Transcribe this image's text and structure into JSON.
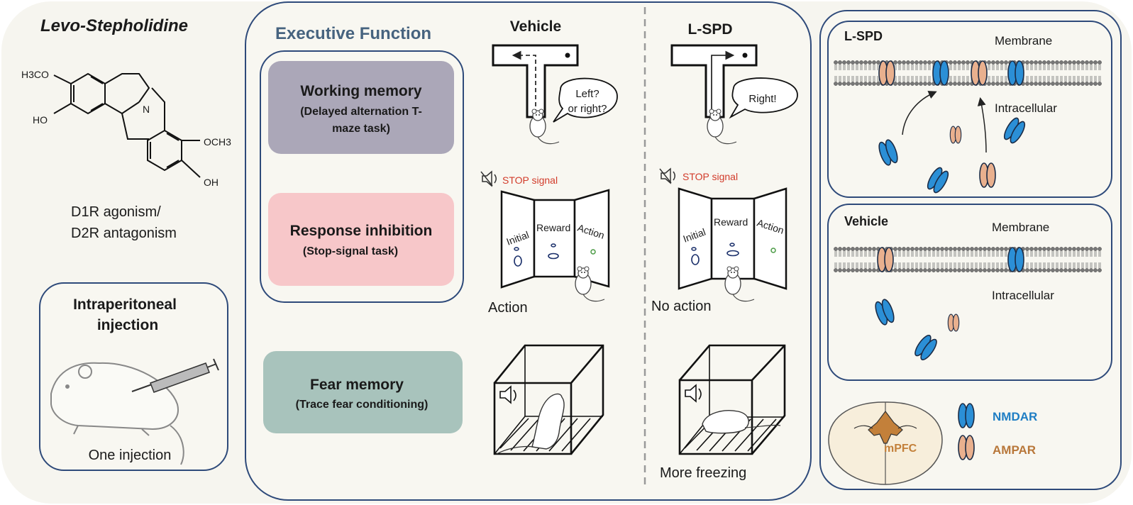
{
  "compound": {
    "name": "Levo-Stepholidine",
    "substituents": [
      "H3CO",
      "HO",
      "N",
      "OCH3",
      "OH"
    ],
    "mechanism": [
      "D1R agonism/",
      "D2R antagonism"
    ]
  },
  "injection": {
    "title": [
      "Intraperitoneal",
      "injection"
    ],
    "caption": "One injection",
    "icon": "syringe-icon"
  },
  "executive": {
    "title": "Executive Function",
    "tasks": [
      {
        "name": "Working memory",
        "detail": [
          "(Delayed alternation T-",
          "maze task)"
        ],
        "color": "#aba7b8"
      },
      {
        "name": "Response inhibition",
        "detail": [
          "(Stop-signal task)"
        ],
        "color": "#f7c7c9"
      },
      {
        "name": "Fear memory",
        "detail": [
          "(Trace fear conditioning)"
        ],
        "color": "#a8c3bc"
      }
    ]
  },
  "groups": {
    "vehicle": {
      "label": "Vehicle",
      "tmaze_bubble": [
        "Left?",
        "or right?"
      ],
      "stop_signal": "STOP signal",
      "box_labels": [
        "Initial",
        "Reward",
        "Action"
      ],
      "stop_outcome": "Action",
      "fear_outcome": ""
    },
    "lspd": {
      "label": "L-SPD",
      "tmaze_bubble": [
        "Right!"
      ],
      "stop_signal": "STOP signal",
      "box_labels": [
        "Initial",
        "Reward",
        "Action"
      ],
      "stop_outcome": "No action",
      "fear_outcome": "More freezing"
    }
  },
  "membrane_panels": {
    "lspd": {
      "group": "L-SPD",
      "top_label": "Membrane",
      "bottom_label": "Intracellular"
    },
    "vehicle": {
      "group": "Vehicle",
      "top_label": "Membrane",
      "bottom_label": "Intracellular"
    }
  },
  "legend": {
    "region": "mPFC",
    "items": [
      {
        "label": "NMDAR",
        "color": "#1f7ec4"
      },
      {
        "label": "AMPAR",
        "color": "#b8773a"
      }
    ]
  },
  "colors": {
    "panel_bg": "#f6f5ef",
    "panel_border": "#2e4a7a",
    "nmdar": "#2b8fd6",
    "ampar": "#e9b08e",
    "stop_red": "#d23b2a",
    "title_blue": "#46637f",
    "mpfc_brown": "#c3803a"
  }
}
